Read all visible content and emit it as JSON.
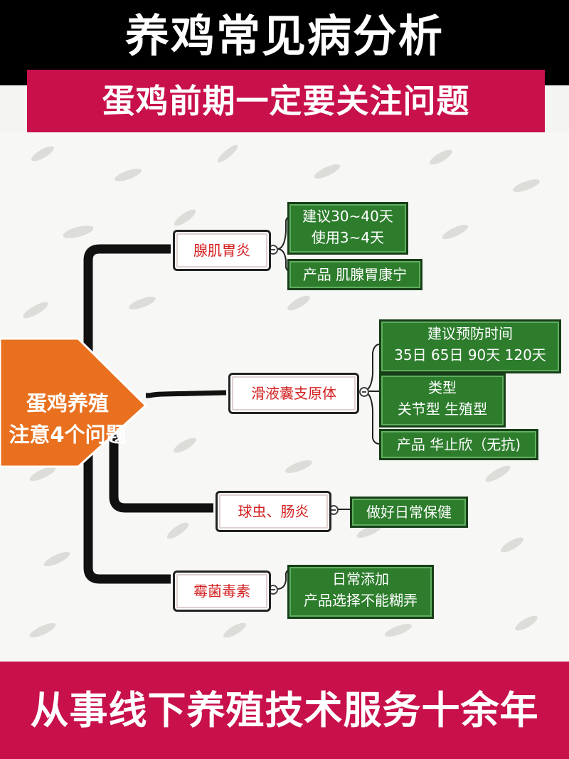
{
  "header": {
    "title": "养鸡常见病分析",
    "subtitle": "蛋鸡前期一定要关注问题"
  },
  "center": {
    "line1": "蛋鸡养殖",
    "line2": "注意4个问题"
  },
  "topics": [
    {
      "label": "腺肌胃炎",
      "leaves": [
        [
          "建议30~40天",
          "使用3~4天"
        ],
        [
          "产品 肌腺胃康宁"
        ]
      ]
    },
    {
      "label": "滑液囊支原体",
      "leaves": [
        [
          "建议预防时间",
          "35日 65日 90天  120天"
        ],
        [
          "类型",
          "关节型  生殖型"
        ],
        [
          "产品 华止欣（无抗)"
        ]
      ]
    },
    {
      "label": "球虫、肠炎",
      "leaves": [
        [
          "做好日常保健"
        ]
      ]
    },
    {
      "label": "霉菌毒素",
      "leaves": [
        [
          "日常添加",
          "产品选择不能糊弄"
        ]
      ]
    }
  ],
  "footer": {
    "text": "从事线下养殖技术服务十余年"
  },
  "colors": {
    "accent": "#c8104a",
    "diamond": "#e8701e",
    "leaf": "#2d7d2d",
    "topic_text": "#d42222"
  }
}
